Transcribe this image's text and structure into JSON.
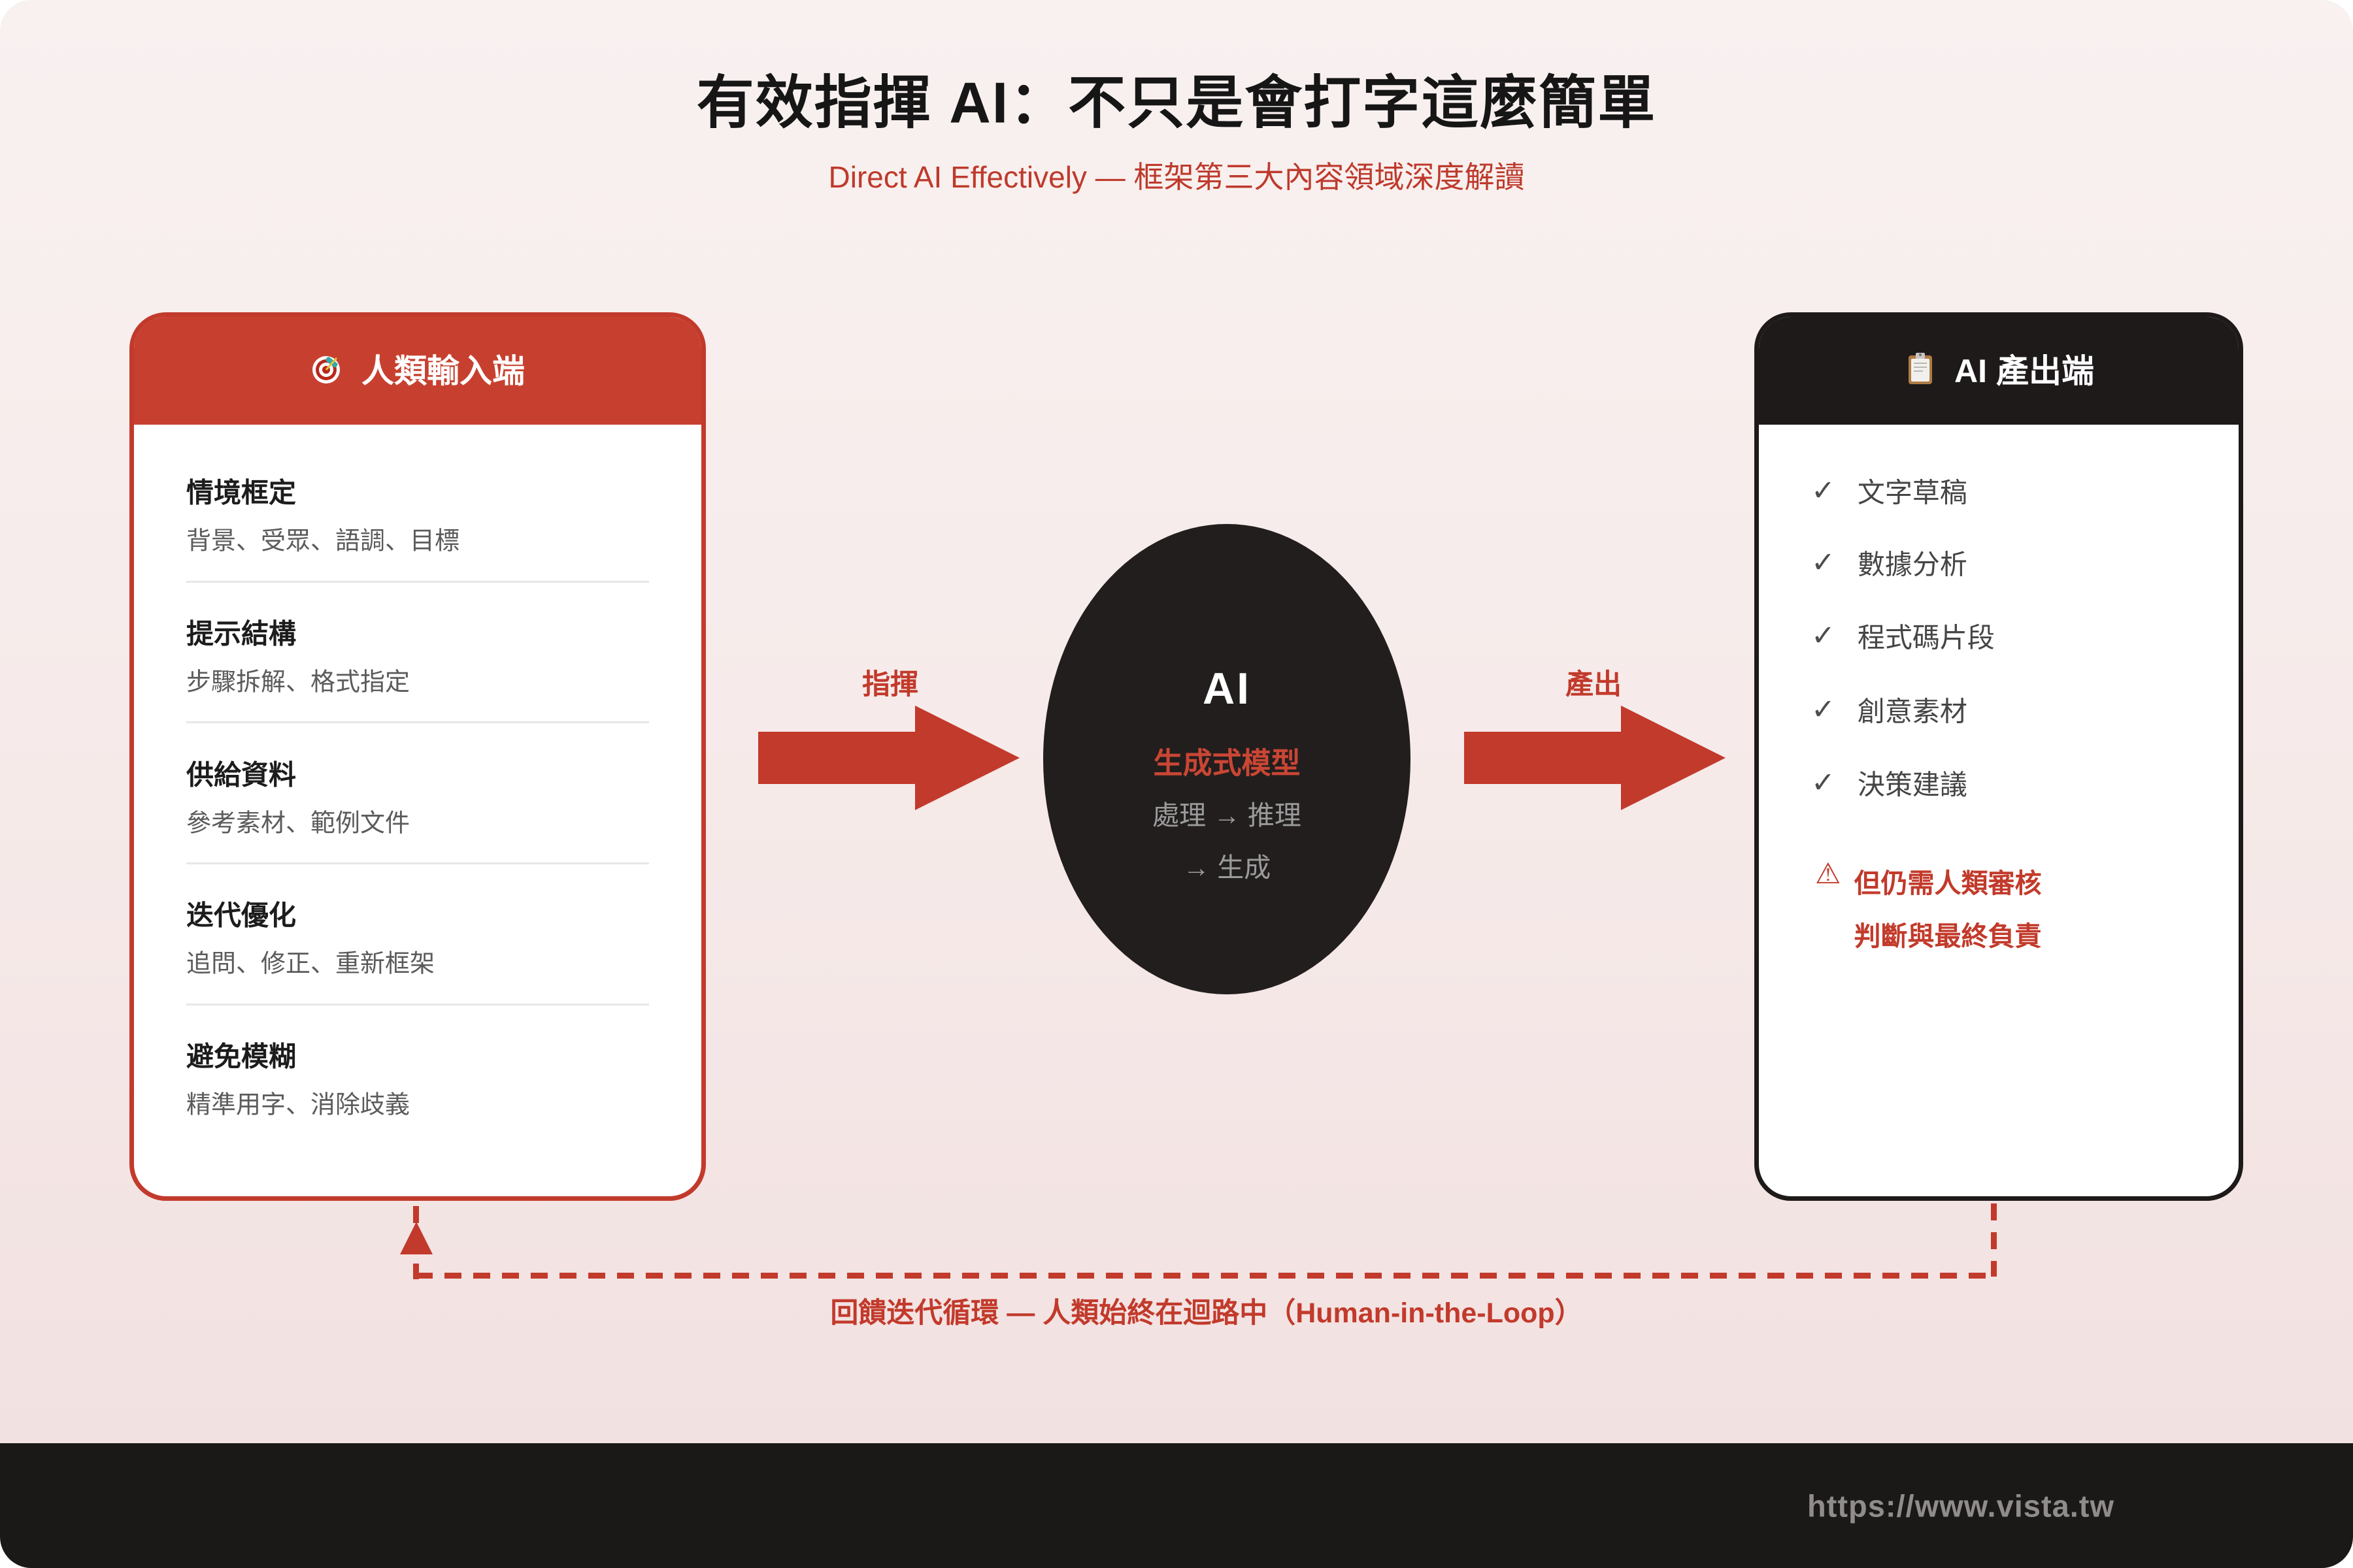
{
  "title": "有效指揮 AI：不只是會打字這麼簡單",
  "subtitle": "Direct AI Effectively — 框架第三大內容領域深度解讀",
  "input_card": {
    "header": "人類輸入端",
    "header_icon": "target-icon",
    "items": [
      {
        "heading": "情境框定",
        "desc": "背景、受眾、語調、目標"
      },
      {
        "heading": "提示結構",
        "desc": "步驟拆解、格式指定"
      },
      {
        "heading": "供給資料",
        "desc": "參考素材、範例文件"
      },
      {
        "heading": "迭代優化",
        "desc": "追問、修正、重新框架"
      },
      {
        "heading": "避免模糊",
        "desc": "精準用字、消除歧義"
      }
    ]
  },
  "flow": {
    "left_arrow_label": "指揮",
    "right_arrow_label": "產出",
    "ai_core": {
      "title": "AI",
      "subtitle": "生成式模型",
      "line1": "處理 → 推理",
      "line2": "→ 生成"
    }
  },
  "output_card": {
    "header": "AI 產出端",
    "header_icon": "clipboard-icon",
    "check_glyph": "✓",
    "items": [
      "文字草稿",
      "數據分析",
      "程式碼片段",
      "創意素材",
      "決策建議"
    ],
    "warning_glyph": "⚠",
    "warning_line1": "但仍需人類審核",
    "warning_line2": "判斷與最終負責"
  },
  "feedback": {
    "label": "回饋迭代循環 — 人類始終在迴路中（Human-in-the-Loop）"
  },
  "footer": {
    "url": "https://www.vista.tw"
  },
  "colors": {
    "accent_red": "#C23A2B",
    "dark": "#1E1A1A",
    "background_top": "#F8F1F0",
    "background_bottom": "#F1DFDF",
    "footer_bg": "#1B1818"
  }
}
